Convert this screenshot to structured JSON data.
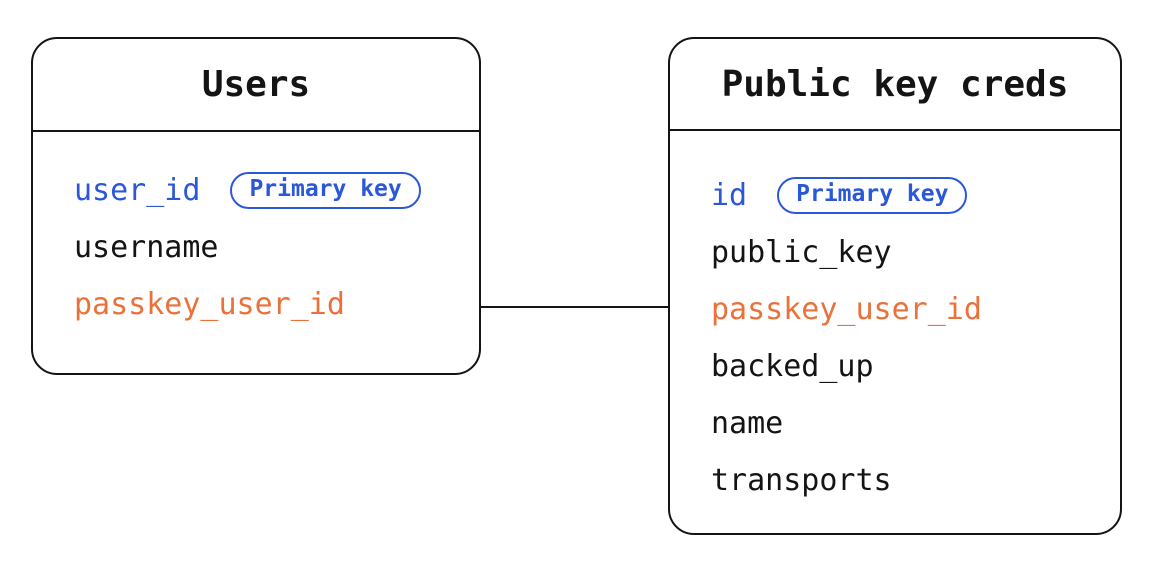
{
  "colors": {
    "background": "#ffffff",
    "stroke_black": "#141414",
    "text_black": "#141414",
    "primary_key_blue": "#2B57D9",
    "foreign_key_orange": "#EB713B"
  },
  "diagram": {
    "tables": [
      {
        "title": "Users",
        "fields": [
          {
            "name": "user_id",
            "color": "blue",
            "badge": "Primary key"
          },
          {
            "name": "username",
            "color": "black"
          },
          {
            "name": "passkey_user_id",
            "color": "orange"
          }
        ]
      },
      {
        "title": "Public key creds",
        "fields": [
          {
            "name": "id",
            "color": "blue",
            "badge": "Primary key"
          },
          {
            "name": "public_key",
            "color": "black"
          },
          {
            "name": "passkey_user_id",
            "color": "orange"
          },
          {
            "name": "backed_up",
            "color": "black"
          },
          {
            "name": "name",
            "color": "black"
          },
          {
            "name": "transports",
            "color": "black"
          }
        ]
      }
    ],
    "relationship": {
      "from_table": "Users",
      "from_field": "passkey_user_id",
      "to_table": "Public key creds",
      "to_field": "passkey_user_id"
    }
  }
}
